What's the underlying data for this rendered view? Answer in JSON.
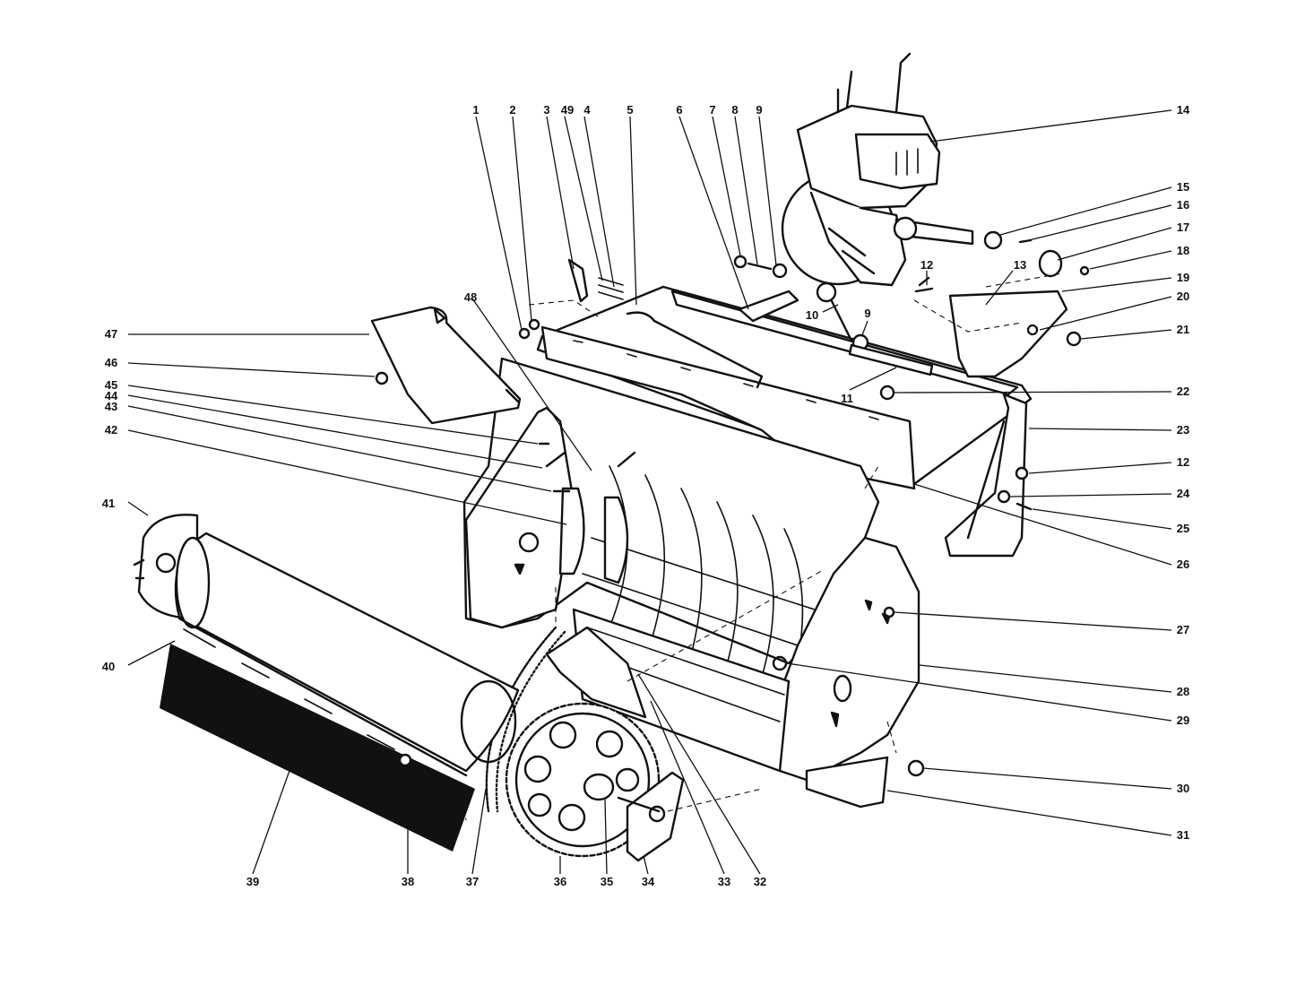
{
  "callouts": [
    "1",
    "2",
    "3",
    "49",
    "4",
    "5",
    "6",
    "7",
    "8",
    "9",
    "14",
    "15",
    "16",
    "17",
    "18",
    "12",
    "13",
    "19",
    "20",
    "21",
    "10",
    "9",
    "11",
    "22",
    "23",
    "12",
    "24",
    "25",
    "26",
    "27",
    "28",
    "29",
    "30",
    "31",
    "48",
    "47",
    "46",
    "45",
    "44",
    "43",
    "42",
    "41",
    "40",
    "39",
    "38",
    "37",
    "36",
    "35",
    "34",
    "33",
    "32"
  ]
}
